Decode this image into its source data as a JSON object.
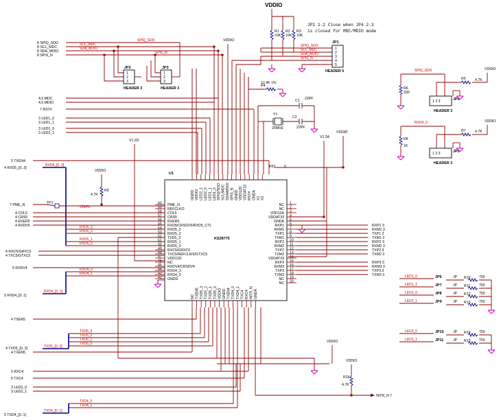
{
  "top": {
    "vddio": "VDDIO",
    "note_line1": "JP1 1-2 Close when JP4 2-3",
    "note_line2": "is closed for MDC/MDIO mode",
    "r1": "R1",
    "r1v": "10K",
    "r2": "R2",
    "r2v": "10K",
    "r3": "R3",
    "r3v": "10K",
    "jp1": "JP1",
    "jp1_header": "HEADER 5",
    "jp1_sigs": [
      "SPIQ_SDO",
      "SCL_MDC",
      "SDA_MDIO",
      "SPIS_N"
    ],
    "jp1_pins": [
      "1",
      "2",
      "3",
      "4",
      "5"
    ],
    "vddio_mid": "VDDIO"
  },
  "ports_left": {
    "spiq": "8  SPIQ_SDO",
    "scl": "8  SCL_MDC",
    "sda": "8  SDA_MDIO",
    "spis": "8  SPIS_N",
    "mdc": "4,5  MDC",
    "mdio": "4,5  MDIO",
    "rst": "7  RST#",
    "led10": "3  LED1_0",
    "led11": "3  LED1_1",
    "led20": "3  LED2_0",
    "led21": "3  LED2_1",
    "txen4": "5  TXEN4",
    "rxd5": "4  RXD5_[0..3]",
    "pme": "7  PME_N",
    "col5": "4  COL5",
    "crs5": "4  CRS5",
    "rxer5": "4  RXER5",
    "rxdv5": "4  RXDV5",
    "rxc5": "4  RXC5/GRXC5",
    "txc5": "4  TXC5/GTXC5",
    "rxdv4": "5  RXDV4",
    "rxd4": "5  RXD4_[0..1]",
    "txer5": "4  TXER5",
    "txd5": "4  TXD5_[0..3]",
    "txen5": "4  TXEN5",
    "rxc4": "5  RXC4",
    "txc4": "5  TXC4",
    "led30": "3  LED3_0",
    "led31": "3  LED3_1",
    "txd4": "5  TXD4_[0..1]"
  },
  "nets": {
    "scl_mdc": "SCL_MDC",
    "sda_mdio": "SDA_MDIO",
    "spiq_sdo": "SPIQ_SDO",
    "spis_n": "SPIS_N",
    "rxd5_bus": "RXD5_[0..3]",
    "rxd4_bus": "RXD4_[0..1]",
    "txd5_bus": "TXD5_[0..3]",
    "txd4_bus": "TXD4_[0..1]",
    "n25mhz": "25MHz",
    "rxd5_3": "RXD5_3",
    "rxd5_2": "RXD5_2",
    "rxd5_1": "RXD5_1",
    "rxd5_0": "RXD5_0",
    "rxd4_0": "RXD4_0",
    "rxd4_1": "RXD4_1",
    "txd5_3": "TXD5_3",
    "txd5_2": "TXD5_2",
    "txd5_1": "TXD5_1",
    "txd5_0": "TXD5_0",
    "txd4_0": "TXD4_0",
    "txd4_1": "TXD4_1"
  },
  "jumpers": {
    "jp2": "JP2",
    "jp3": "JP3",
    "header3": "HEADER 3",
    "pins": [
      "1",
      "2",
      "3"
    ]
  },
  "chip": {
    "ref": "U1",
    "part": "KSZ8775",
    "v12d": "V1.2D",
    "v12a": "V1.2A",
    "vddio": "VDDIO",
    "left_pins": [
      "PME_N",
      "REFCLKO",
      "COL5",
      "CRS5",
      "RXER5",
      "RXD5/CRSDV5/RXD5_CTL",
      "RXD5_3",
      "RXD5_2",
      "TXD5_3",
      "RXD5_1",
      "RXD5_0",
      "RXC5/GRXC5",
      "TXC5/REFCLKI5/GTXC5",
      "VDD12D",
      "NC",
      "RXDV4/CRSDV4",
      "RXD4_1",
      "RXD4_0",
      "GNDD"
    ],
    "left_nums": [
      "60",
      "59",
      "58",
      "57",
      "56",
      "55",
      "54",
      "53",
      "52",
      "51",
      "50",
      "49",
      "48",
      "47",
      "46",
      "45",
      "44",
      "43",
      "42"
    ],
    "right_pins": [
      "NC",
      "NC",
      "VDD12A",
      "VDDAT33",
      "GNDA",
      "RXP1",
      "RXM1",
      "TXP1",
      "TXM1",
      "RXP2",
      "RXM2",
      "TXP2",
      "TXM2",
      "VDDAT33",
      "RXP3",
      "RXM3",
      "TXP3",
      "TXM3",
      "NC",
      "NC"
    ],
    "right_nums": [
      "1",
      "2",
      "3",
      "4",
      "5",
      "6",
      "7",
      "8",
      "9",
      "10",
      "11",
      "12",
      "13",
      "14",
      "15",
      "16",
      "17",
      "18",
      "19",
      "20"
    ],
    "top_pins": [
      "GNDD",
      "VDDIO",
      "LED2_1",
      "LED2_0",
      "LED1_1",
      "LED1_0",
      "SPIQ/SDO",
      "SCL/MDC",
      "SDA/MDIO",
      "SPIS_N",
      "GNDD",
      "VDD12D",
      "VDDAT33",
      "RST#",
      "GNDA",
      "X1",
      "X2"
    ],
    "bottom_pins": [
      "NC",
      "TXEN5",
      "TXD5_3",
      "TXD5_2",
      "TXD5_1",
      "TXD5_0",
      "VDDIO",
      "GNDD",
      "TXEN4",
      "TXD4_0",
      "TXD4_1",
      "TXC4",
      "RXC4",
      "INTR_N",
      "GNDA"
    ]
  },
  "ports_right": [
    "RXP1  3",
    "RXM1  3",
    "TXP1  3",
    "TXM1  3",
    "RXP2  3",
    "RXM2  3",
    "TXP2  3",
    "TXM2  3",
    "RXP3  3",
    "RXM3  3",
    "TXP3  3",
    "TXM3  3"
  ],
  "crystal": {
    "r4": "R4",
    "r4v": "12.4K  1%",
    "c1": "C1",
    "c1v": "22PF",
    "c2": "C2",
    "c2v": "22PF",
    "y1": "Y1",
    "y1v": "25MHZ",
    "r9": "R9",
    "r9v": "4.7K",
    "r91": "R91",
    "r91v": "0",
    "vddat": "VDDAT",
    "tp1": "TP1"
  },
  "straps": {
    "jp4_sig": "SPIQ_SDO",
    "r6": "R6",
    "r6v": "330",
    "r5": "R5",
    "r5v": "4.7K",
    "jp4": "JP4",
    "jp4_header": "HEADER 3",
    "vddio_a": "VDDIO",
    "jp5_sig": "RXD4_0",
    "r8": "R8",
    "r8v": "1K",
    "r7": "R7",
    "r7v": "4.7K",
    "jp5": "JP5",
    "jp5_header": "HEADER 3",
    "vddio_b": "VDDIO"
  },
  "leds": {
    "rows": [
      {
        "net": "LED1_0",
        "jp": "JP6",
        "r": "R10",
        "v": "750"
      },
      {
        "net": "LED1_1",
        "jp": "JP7",
        "r": "R11",
        "v": "750"
      },
      {
        "net": "LED2_0",
        "jp": "JP8",
        "r": "R12",
        "v": "750"
      },
      {
        "net": "LED2_1",
        "jp": "JP9",
        "r": "R13",
        "v": "750"
      },
      {
        "net": "LED3_0",
        "jp": "JP10",
        "r": "R14",
        "v": "750"
      },
      {
        "net": "LED3_1",
        "jp": "JP11",
        "r": "R15",
        "v": "750"
      }
    ],
    "jp_word": "JP"
  },
  "intr": {
    "vddio_a": "VDDIO",
    "vddio_b": "VDDIO",
    "r16": "R16",
    "r16v": "4.7K",
    "port": "INTR_N  7"
  }
}
